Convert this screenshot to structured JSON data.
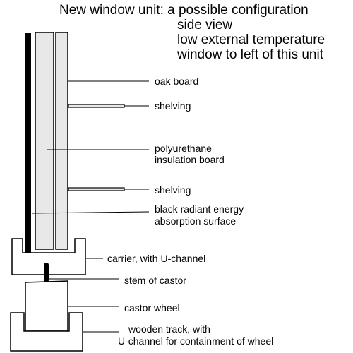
{
  "title": {
    "line1": "New window unit: a possible configuration",
    "line2": "side view",
    "line3": "low external temperature",
    "line4": "window to left of this unit"
  },
  "labels": {
    "oak_board": "oak board",
    "shelving_top": "shelving",
    "insulation_1": "polyurethane",
    "insulation_2": "insulation board",
    "shelving_bottom": "shelving",
    "absorption_1": "black radiant energy",
    "absorption_2": "absorption surface",
    "carrier": "carrier, with U-channel",
    "stem": "stem of castor",
    "wheel": "castor wheel",
    "track_1": "wooden track, with",
    "track_2": "U-channel for containment of wheel"
  },
  "colors": {
    "board_fill": "#e8e8e8",
    "absorber": "#000000",
    "line": "#000000"
  }
}
